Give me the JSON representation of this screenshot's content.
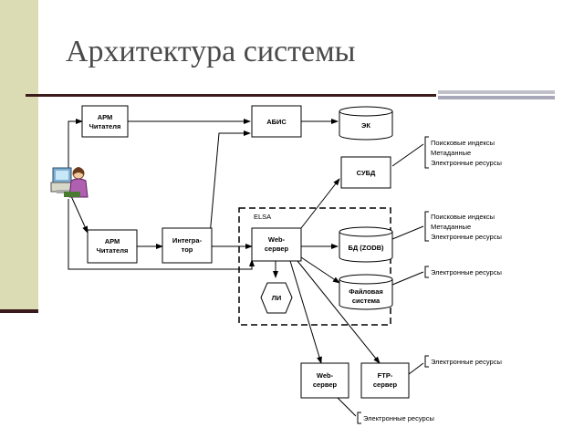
{
  "title": "Архитектура системы",
  "nodes": {
    "arm1": [
      "АРМ",
      "Читателя"
    ],
    "abis": [
      "АБИС"
    ],
    "ek": [
      "ЭК"
    ],
    "subd": [
      "СУБД"
    ],
    "arm2": [
      "АРМ",
      "Читателя"
    ],
    "integrator": [
      "Интегра-",
      "тор"
    ],
    "webserver_main": [
      "Web-",
      "сервер"
    ],
    "bd_zodb": [
      "БД (ZODB)"
    ],
    "li": [
      "ЛИ"
    ],
    "file_system": [
      "Файловая",
      "система"
    ],
    "webserver2": [
      "Web-",
      "сервер"
    ],
    "ftp": [
      "FTP-",
      "сервер"
    ]
  },
  "elsa_label": "ELSA",
  "notes": {
    "subd": [
      "Поисковые индексы",
      "Метаданные",
      "Электронные ресурсы"
    ],
    "zodb": [
      "Поисковые индексы",
      "Метаданные",
      "Электронные ресурсы"
    ],
    "files": [
      "Электронные ресурсы"
    ],
    "ftp": [
      "Электронные ресурсы"
    ],
    "web2": [
      "Электронные ресурсы"
    ]
  },
  "icon": "user-at-computer-icon"
}
